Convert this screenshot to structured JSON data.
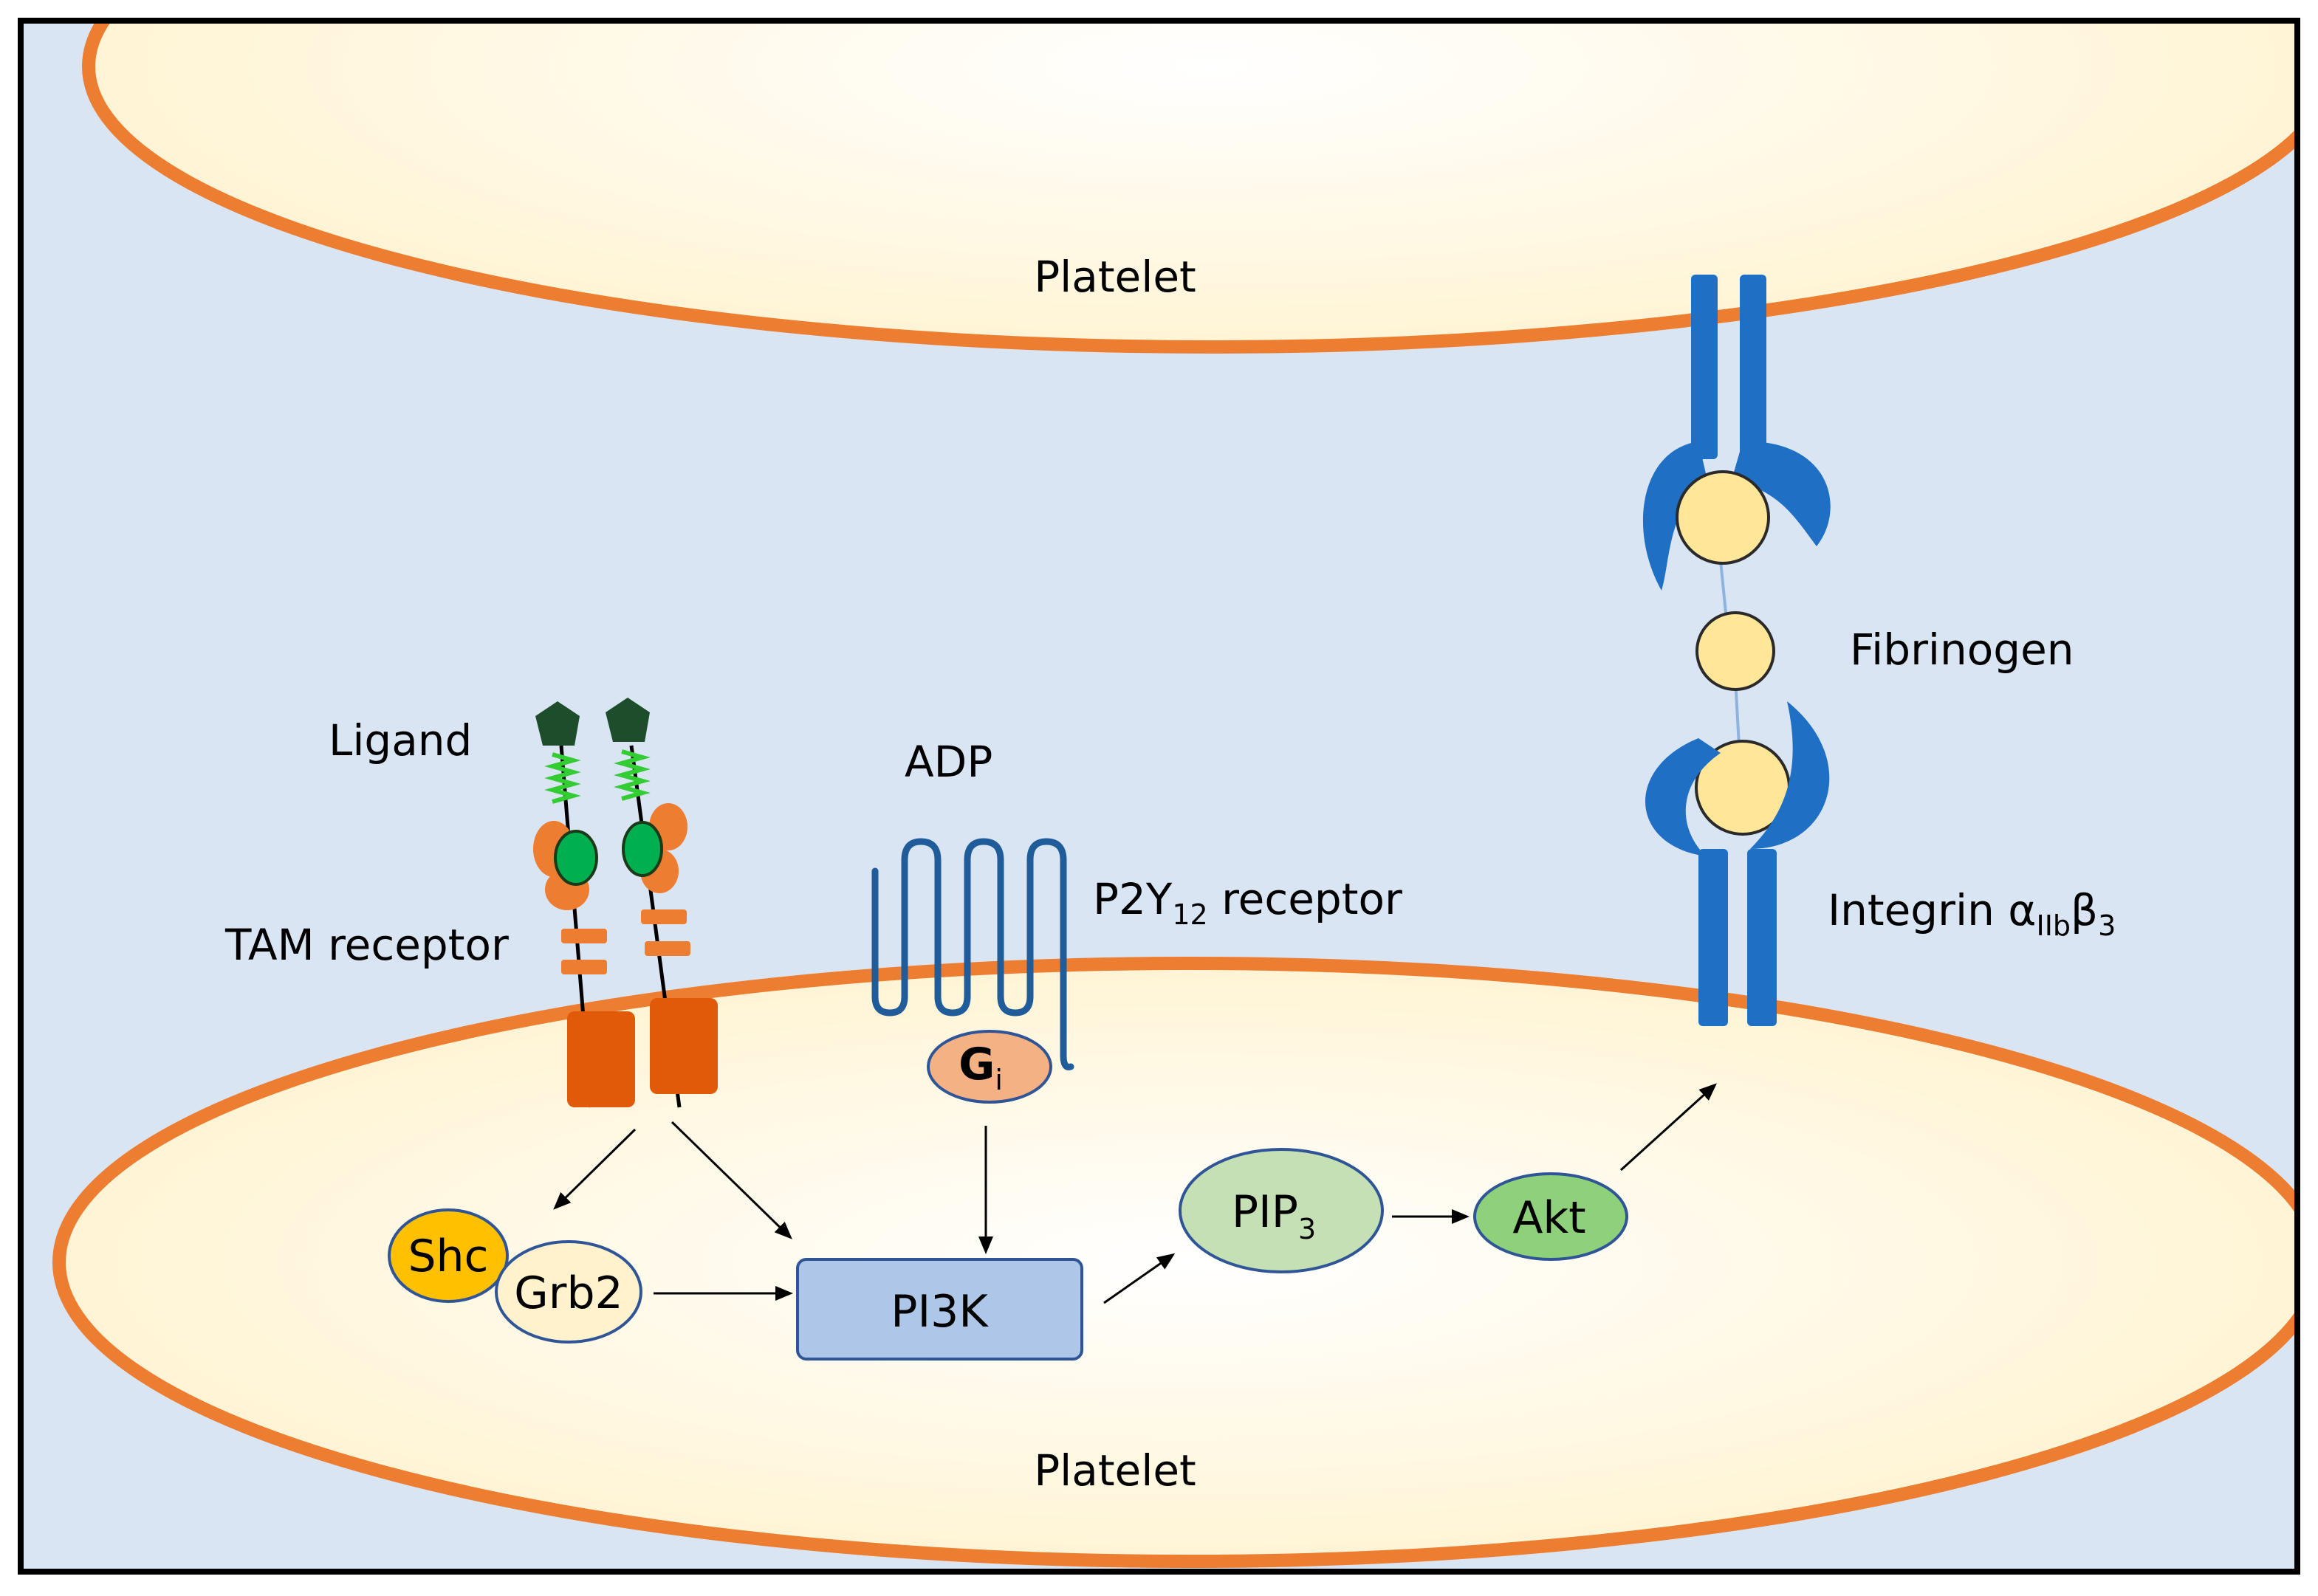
{
  "colors": {
    "background": "#dae5f4",
    "frame": "#000000",
    "membrane": "#ed7d31",
    "cytoplasm": "#fff2cc",
    "integrin": "#1f6fc5",
    "fibrinogen": "#ffe699",
    "tam_body": "#e05a0a",
    "tam_bead": "#ed7d31",
    "ligand": "#1e4d2b",
    "spring": "#33cc33",
    "tam_green": "#00b050",
    "gpcr": "#1f5c99",
    "gi": "#f4b183",
    "shc": "#ffc000",
    "grb2": "#fff2cc",
    "pi3k": "#aec7e8",
    "pip3": "#c5e0b4",
    "akt": "#8fd17a",
    "node_border": "#2f5597"
  },
  "icons": {
    "ligand": "pentagon",
    "integrin": "integrin-heterodimer",
    "fibrinogen": "fibrinogen-beads",
    "tam_receptor": "tam-receptor-dimer",
    "p2y12": "seven-transmembrane-receptor"
  },
  "labels": {
    "top_platelet": "Platelet",
    "bottom_platelet": "Platelet",
    "fibrinogen": "Fibrinogen",
    "ligand": "Ligand",
    "adp": "ADP",
    "p2y_prefix": "P2Y",
    "p2y_sub": "12",
    "p2y_suffix": " receptor",
    "tam_receptor": "TAM receptor",
    "integrin_prefix": "Integrin α",
    "integrin_sub1": "IIb",
    "integrin_beta": "β",
    "integrin_sub2": "3"
  },
  "nodes": {
    "gi_main": "G",
    "gi_sub": "i",
    "shc": "Shc",
    "grb2": "Grb2",
    "pi3k": "PI3K",
    "pip3_main": "PIP",
    "pip3_sub": "3",
    "akt": "Akt"
  }
}
